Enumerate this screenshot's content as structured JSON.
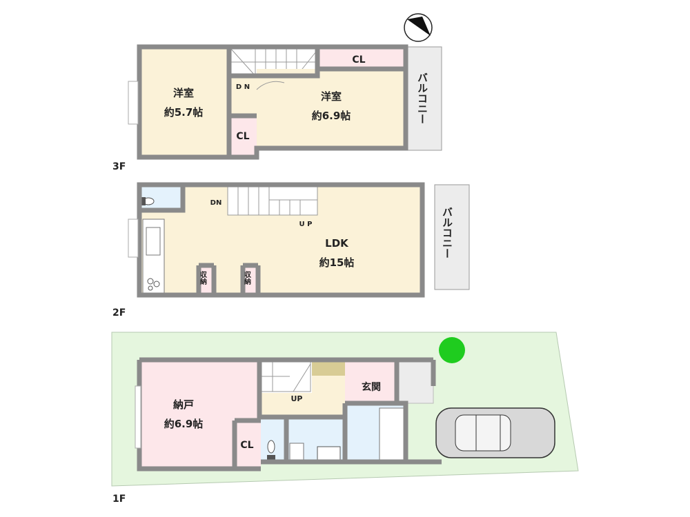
{
  "floors": {
    "f3": {
      "label": "3F",
      "rooms": {
        "west_room_name": "洋室",
        "west_room_size": "約5.7帖",
        "east_room_name": "洋室",
        "east_room_size": "約6.9帖",
        "closet_top": "CL",
        "closet_small": "CL",
        "stairs": "D N",
        "balcony": "バルコニー"
      }
    },
    "f2": {
      "label": "2F",
      "rooms": {
        "ldk_name": "LDK",
        "ldk_size": "約15帖",
        "stairs_dn": "DN",
        "stairs_up": "U P",
        "storage_1": "収納",
        "storage_2": "収納",
        "balcony": "バルコニー"
      }
    },
    "f1": {
      "label": "1F",
      "rooms": {
        "storeroom_name": "納戸",
        "storeroom_size": "約6.9帖",
        "closet": "CL",
        "entrance": "玄関",
        "stairs_up": "UP"
      }
    }
  },
  "colors": {
    "western_room": "#fbf2d8",
    "closet": "#fde7ea",
    "wet_area": "#e4f2fc",
    "balcony": "#ececec",
    "lot": "#e5f6de",
    "wall": "#8a8a8a",
    "tree": "#1fcc1f"
  },
  "icons": [
    "compass-icon",
    "tree-icon",
    "car-icon",
    "toilet-icon",
    "sink-icon",
    "stove-icon",
    "bathtub-icon"
  ]
}
